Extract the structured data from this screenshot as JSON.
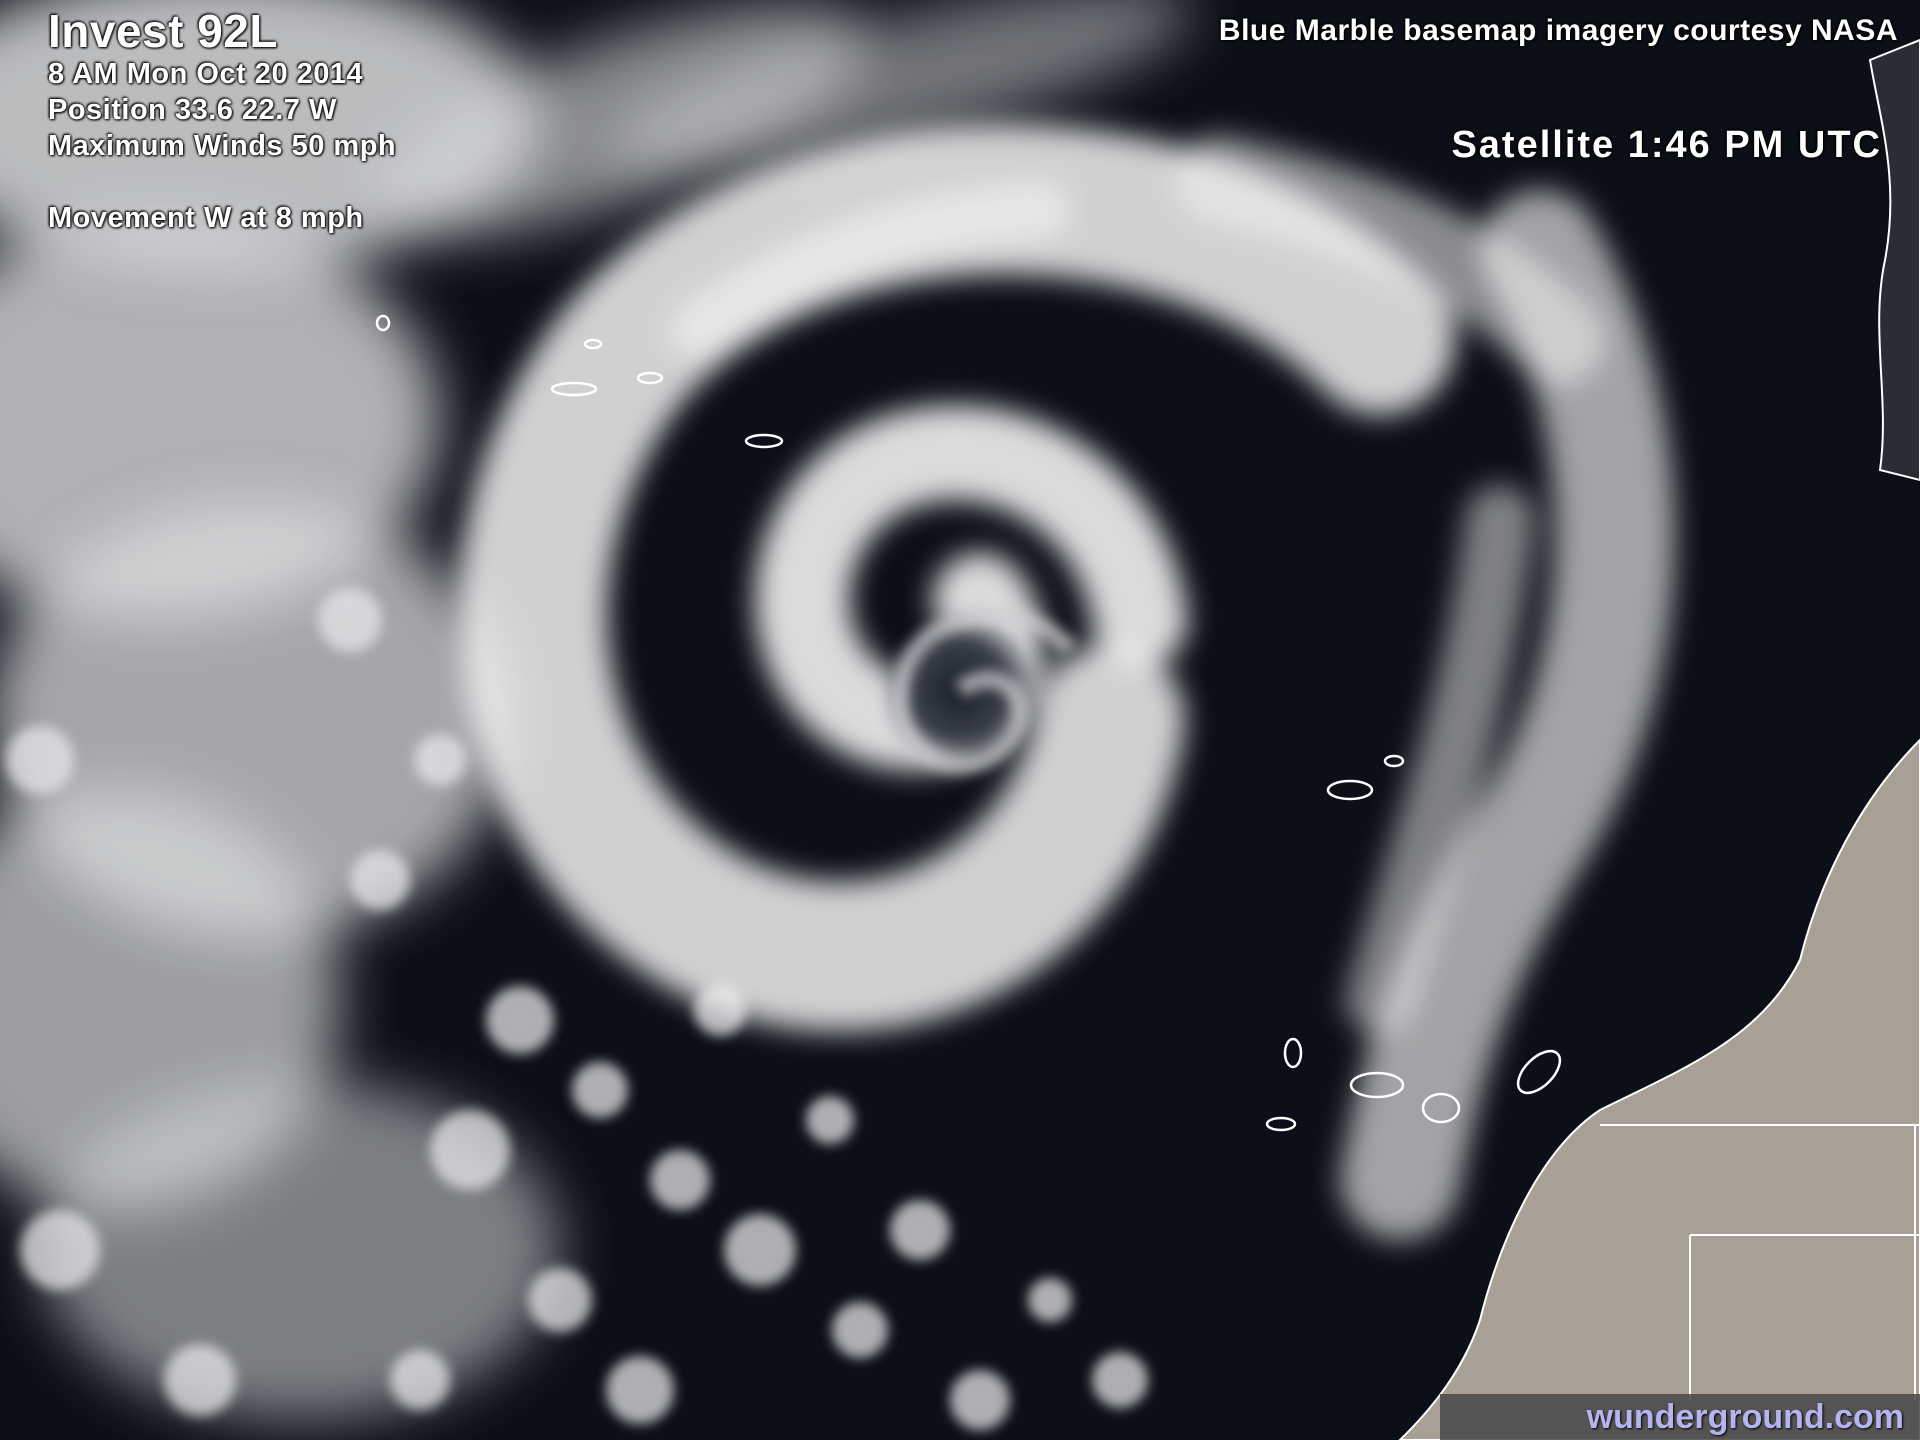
{
  "storm": {
    "name": "Invest 92L",
    "datetime": "8 AM  Mon Oct 20 2014",
    "position": "Position 33.6  22.7 W",
    "max_winds": "Maximum Winds  50 mph",
    "movement": "Movement W at 8 mph"
  },
  "imagery": {
    "credit": "Blue Marble basemap imagery courtesy NASA",
    "satellite_time": "Satellite   1:46 PM UTC",
    "brand": "wunderground.com"
  },
  "colors": {
    "ocean": "#0b0f17",
    "cloud": "#f2f2f2",
    "land": "#a89f95",
    "coastline": "#ffffff",
    "brand_text": "#b4b4f0"
  }
}
